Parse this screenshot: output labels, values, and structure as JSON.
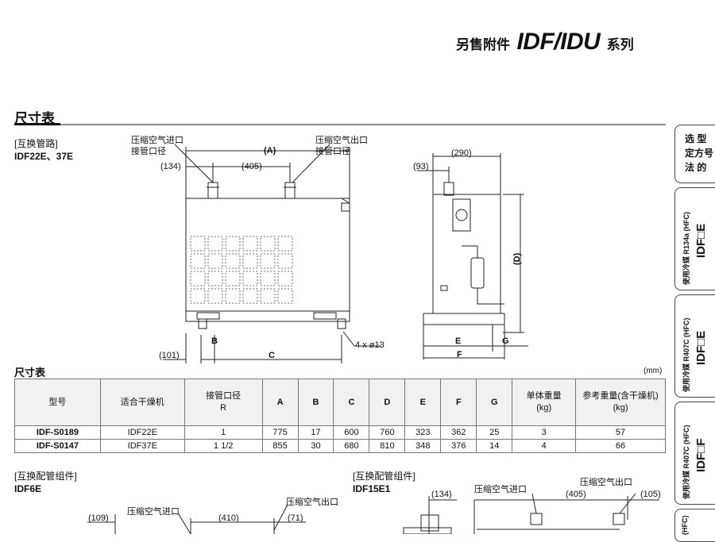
{
  "header": {
    "prefix": "另售附件",
    "series": "IDF/IDU",
    "suffix": "系列"
  },
  "section_title": "尺寸表",
  "diagram1": {
    "type_label": "[互换管路]",
    "models": "IDF22E、37E",
    "inlet_label_1": "压缩空气进口",
    "inlet_label_2": "接管口径",
    "outlet_label_1": "压缩空气出口",
    "outlet_label_2": "接管口径",
    "dim_A": "(A)",
    "dim_134": "(134)",
    "dim_405": "(405)",
    "dim_101": "(101)",
    "dim_B": "B",
    "dim_C": "C",
    "hole_note": "4 x ø13",
    "dim_290": "(290)",
    "dim_93": "(93)",
    "dim_D": "(D)",
    "dim_E": "E",
    "dim_F": "F",
    "dim_G": "G"
  },
  "table": {
    "title": "尺寸表",
    "unit": "(mm)",
    "headers": {
      "model": "型号",
      "dryer": "适合干燥机",
      "port_1": "接管口径",
      "port_2": "R",
      "A": "A",
      "B": "B",
      "C": "C",
      "D": "D",
      "E": "E",
      "F": "F",
      "G": "G",
      "unit_weight_1": "单体重量",
      "unit_weight_2": "(kg)",
      "ref_weight_1": "参考重量(含干燥机)",
      "ref_weight_2": "(kg)"
    },
    "rows": [
      {
        "model": "IDF-S0189",
        "dryer": "IDF22E",
        "port": "1",
        "A": "775",
        "B": "17",
        "C": "600",
        "D": "760",
        "E": "323",
        "F": "362",
        "G": "25",
        "unit_weight": "3",
        "ref_weight": "57"
      },
      {
        "model": "IDF-S0147",
        "dryer": "IDF37E",
        "port": "1 1/2",
        "A": "855",
        "B": "30",
        "C": "680",
        "D": "810",
        "E": "348",
        "F": "376",
        "G": "14",
        "unit_weight": "4",
        "ref_weight": "66"
      }
    ]
  },
  "diagram2": {
    "type_label": "[互换配管组件]",
    "model": "IDF6E",
    "dim_109": "(109)",
    "inlet_label": "压缩空气进口",
    "dim_410": "(410)",
    "outlet_label": "压缩空气出口",
    "dim_71": "(71)"
  },
  "diagram3": {
    "type_label": "[互换配管组件]",
    "model": "IDF15E1",
    "dim_134": "(134)",
    "inlet_label": "压缩空气进口",
    "outlet_label": "压缩空气出口",
    "dim_405": "(405)",
    "dim_105": "(105)"
  },
  "side_tabs": [
    {
      "text": "选型\n定方\n号法\n的",
      "line1": "选 型",
      "line2": "定方号",
      "line3": "法 的"
    },
    {
      "main": "IDF□E",
      "sub": "使用冷媒  R134a (HFC)"
    },
    {
      "main": "IDF□E",
      "sub": "使用冷媒  R407C (HFC)"
    },
    {
      "main": "IDF□F",
      "sub": "使用冷媒  R407C (HFC)"
    },
    {
      "sub": "(HFC)"
    }
  ]
}
